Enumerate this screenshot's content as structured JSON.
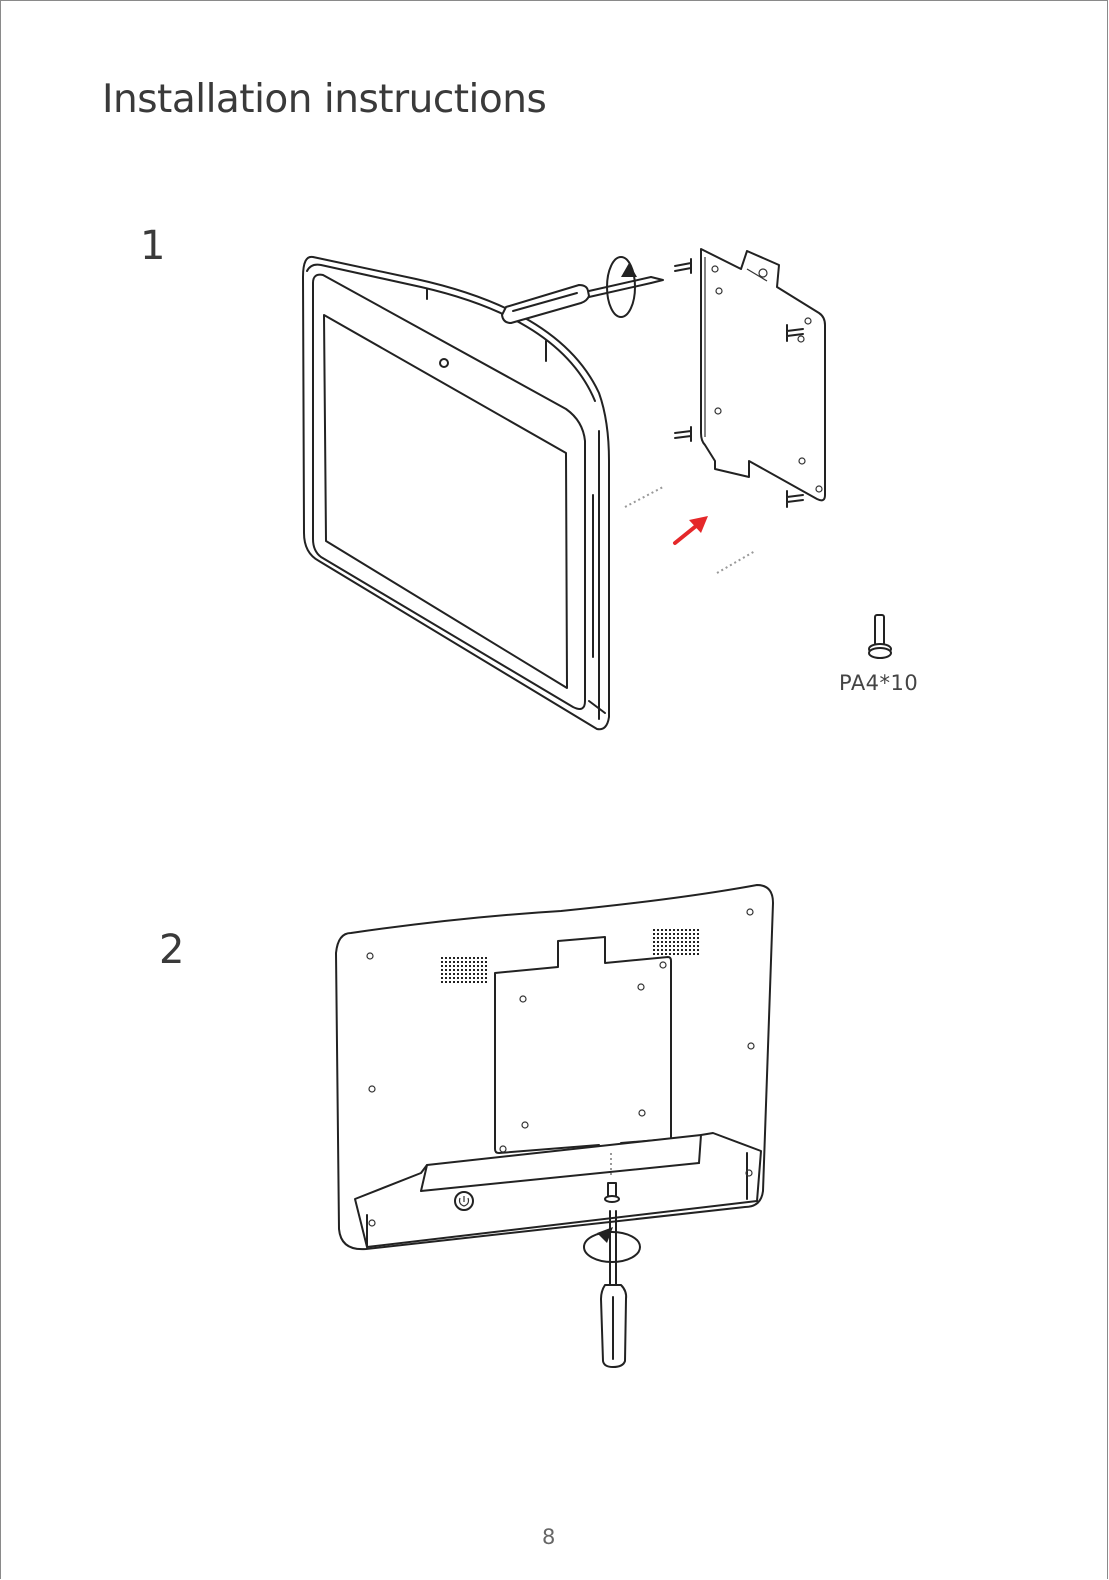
{
  "title": "Installation instructions",
  "steps": [
    {
      "number": "1"
    },
    {
      "number": "2"
    }
  ],
  "screw_spec": "PA4*10",
  "page_number": "8",
  "colors": {
    "arrow": "#e5282a",
    "line": "#222222"
  }
}
